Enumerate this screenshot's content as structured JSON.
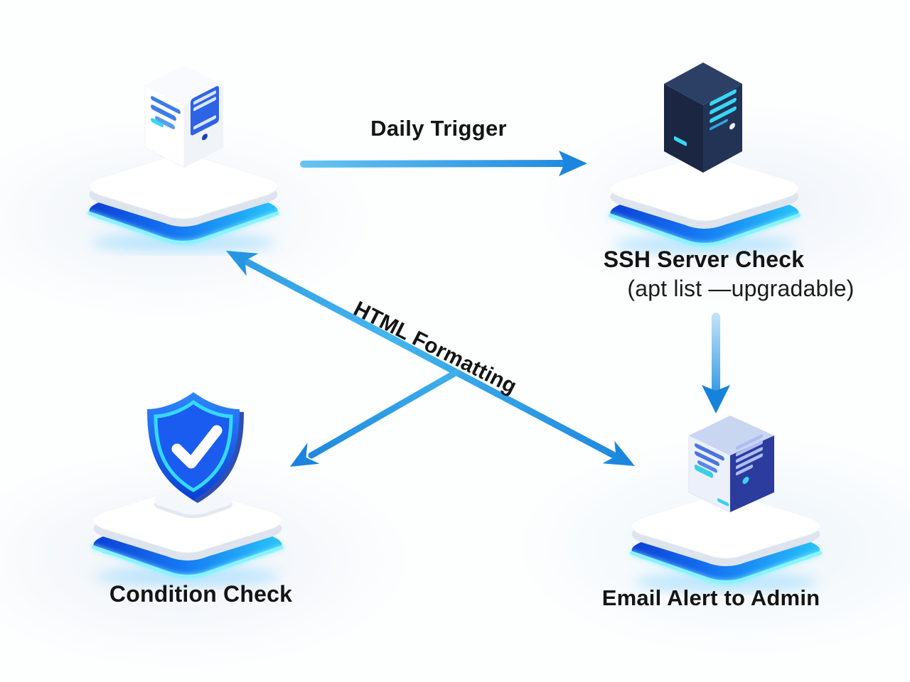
{
  "diagram": {
    "nodes": [
      {
        "id": "trigger-server",
        "position": "top-left",
        "icon": "white-tower-server-icon",
        "label": ""
      },
      {
        "id": "ssh-server-check",
        "position": "top-right",
        "icon": "dark-rack-server-icon",
        "label": "SSH Server Check",
        "sublabel": "(apt list —upgradable)"
      },
      {
        "id": "condition-check",
        "position": "bottom-left",
        "icon": "shield-check-icon",
        "label": "Condition Check"
      },
      {
        "id": "email-alert",
        "position": "bottom-right",
        "icon": "mail-server-icon",
        "label": "Email Alert to Admin"
      }
    ],
    "edges": [
      {
        "id": "daily-trigger",
        "label": "Daily Trigger",
        "from": "trigger-server",
        "to": "ssh-server-check",
        "style": "horizontal-arrow-right"
      },
      {
        "id": "ssh-to-email",
        "label": "",
        "from": "ssh-server-check",
        "to": "email-alert",
        "style": "vertical-arrow-down"
      },
      {
        "id": "html-formatting",
        "label": "HTML Formatting",
        "from": "email-alert",
        "to": "trigger-server",
        "branch_to": "condition-check",
        "style": "double-headed-diagonal-with-branch"
      }
    ],
    "colors": {
      "arrow_blue": "#1c86de",
      "arrow_light_blue": "#55bdf0",
      "platform_deep_blue": "#0b46d8",
      "platform_cyan": "#27c3fa",
      "neon_cyan": "#8af2ff",
      "dark_server_navy": "#1a2642",
      "server_stripe_cyan": "#38d8f4",
      "shield_blue": "#1c63f2",
      "label_text": "#141414",
      "background": "#fdfefe"
    }
  }
}
